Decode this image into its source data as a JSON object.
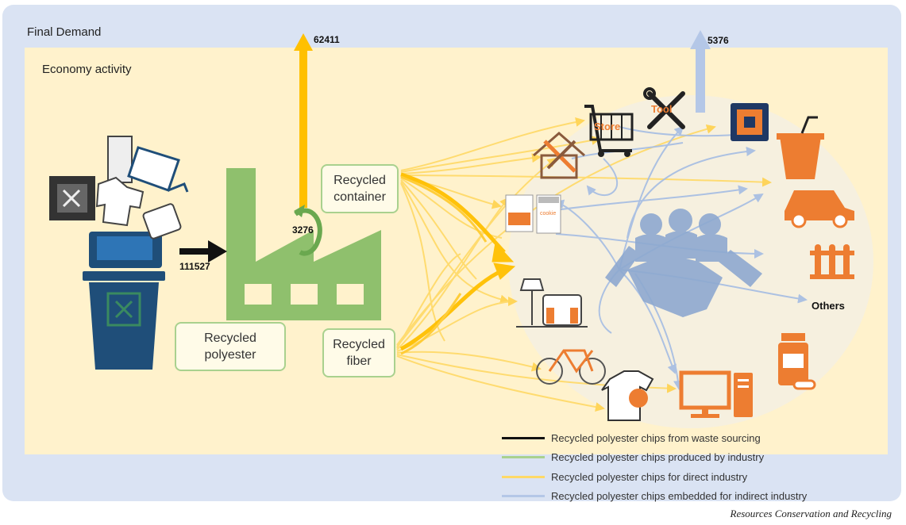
{
  "labels": {
    "final_demand": "Final Demand",
    "economy_activity": "Economy activity",
    "others": "Others",
    "source": "Resources Conservation and Recycling"
  },
  "nodes": {
    "recycled_polyester": "Recycled\npolyester",
    "recycled_container": "Recycled\ncontainer",
    "recycled_fiber": "Recycled\nfiber"
  },
  "flows": {
    "waste_input": "111527",
    "industry_loop": "3276",
    "direct_final_demand": "62411",
    "indirect_final_demand": "5376"
  },
  "icon_text": {
    "store": "Store",
    "tool": "Tool",
    "cookie": "cookie"
  },
  "legend": [
    {
      "label": "Recycled polyester chips from waste sourcing",
      "color": "#111111"
    },
    {
      "label": "Recycled polyester chips produced by industry",
      "color": "#a9d18e"
    },
    {
      "label": "Recycled polyester chips for direct industry",
      "color": "#ffd966"
    },
    {
      "label": "Recycled polyester chips embedded for indirect industry",
      "color": "#b4c7e7"
    }
  ],
  "colors": {
    "final_demand_bg": "#dae3f3",
    "economy_bg": "#fff2cc",
    "direct_flow": "#ffc000",
    "indirect_flow": "#9db8e0",
    "factory": "#8fc06d",
    "bin": "#1f4e79",
    "orange_icons": "#ed7d31"
  }
}
